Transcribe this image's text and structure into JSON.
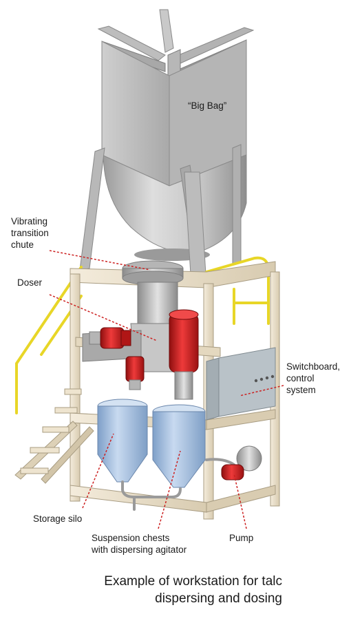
{
  "labels": {
    "big_bag": "“Big Bag”",
    "vibrating_chute": "Vibrating\ntransition\nchute",
    "doser": "Doser",
    "switchboard": "Switchboard,\ncontrol\nsystem",
    "storage_silo": "Storage silo",
    "suspension_chests": "Suspension chests\nwith dispersing agitator",
    "pump": "Pump"
  },
  "caption": {
    "line1": "Example of workstation for talc",
    "line2": "dispersing and dosing"
  },
  "colors": {
    "leader_line": "#cc1f1f",
    "frame": "#e7dcc6",
    "railing": "#f2e23a",
    "bag": "#c8c8c8",
    "tank": "#a9c3e3",
    "motor": "#d21f1f",
    "panel": "#b8c1c7"
  }
}
